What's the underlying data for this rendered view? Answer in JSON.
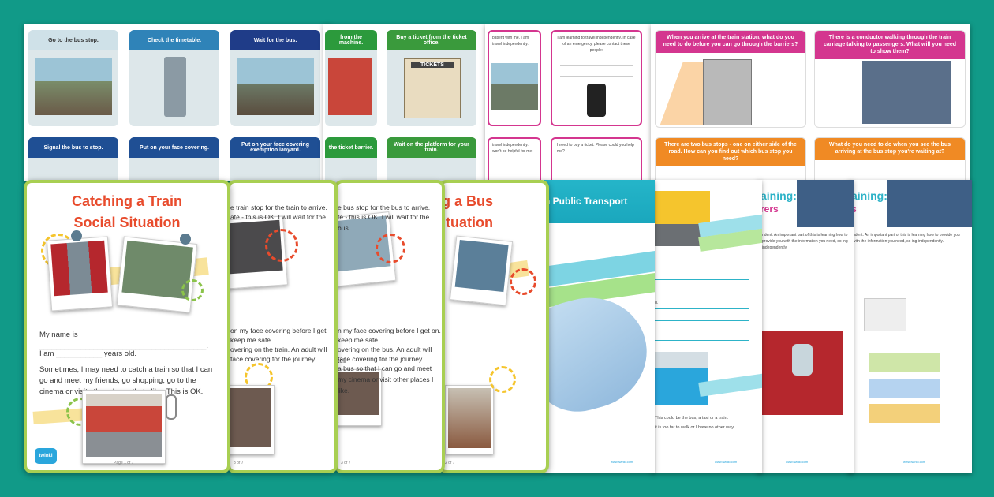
{
  "row1_cards": [
    {
      "label": "Go to the bus stop.",
      "color": "#cfe1e8",
      "text_color": "#333"
    },
    {
      "label": "Check the timetable.",
      "color": "#2f83b8",
      "text_color": "#fff"
    },
    {
      "label": "Wait for the bus.",
      "color": "#1f3c88",
      "text_color": "#fff"
    },
    {
      "label": "from the machine.",
      "color": "#2c9a3c",
      "text_color": "#fff"
    },
    {
      "label": "Buy a ticket from the ticket office.",
      "color": "#3a9a3c",
      "text_color": "#fff"
    }
  ],
  "row2_cards": [
    {
      "label": "Signal the bus to stop.",
      "color": "#1f4f94",
      "text_color": "#fff"
    },
    {
      "label": "Put on your face covering.",
      "color": "#1f4f94",
      "text_color": "#fff"
    },
    {
      "label": "Put on your face covering exemption lanyard.",
      "color": "#1f4f94",
      "text_color": "#fff"
    },
    {
      "label": "the ticket barrier.",
      "color": "#2c9a3c",
      "text_color": "#fff"
    },
    {
      "label": "Wait on the platform for your train.",
      "color": "#3a9a3c",
      "text_color": "#fff"
    }
  ],
  "pink_cards": {
    "top_left": "patient with me. I am travel independently.",
    "top_right": "I am learning to travel independently. In case of an emergency, please contact these people:",
    "bottom_left": "travel independently. won't be helpful for me:",
    "bottom_right": "I need to buy a ticket. Please could you help me?",
    "tickets_sign": "TICKETS"
  },
  "questions": {
    "q1": "When you arrive at the train station, what do you need to do before you can go through the barriers?",
    "q2": "There is a conductor walking through the train carriage talking to passengers. What will you need to show them?",
    "q3": "There are two bus stops - one on either side of the road. How can you find out which bus stop you need?",
    "q4": "What do you need to do when you see the bus arriving at the bus stop you're waiting at?"
  },
  "story1": {
    "title_line1": "Catching a Train",
    "title_line2": "Social Situation",
    "name_line": "My name is ________________________________________.",
    "age_line": "I am ___________ years old.",
    "para": "Sometimes, I may need to catch a train so that I can go and meet my friends, go shopping, go to the cinema or visit other places that I like. This is OK.",
    "page": "Page 1 of 7",
    "logo": "twinkl"
  },
  "story2": {
    "line1": "e train stop for the train to arrive.",
    "line2": "ate - this is OK. I will wait for the",
    "line3": "on my face covering before I get",
    "line4": "keep me safe.",
    "line5": "overing on the train. An adult will",
    "line6": "face covering for the journey.",
    "page": "3 of 7"
  },
  "story3": {
    "line1": "e bus stop for the bus to arrive.",
    "line2": "te - this is OK. I will wait for the bus",
    "line3": "n my face covering before I get on.",
    "line4": "keep me safe.",
    "line5": "overing on the bus. An adult will tell",
    "line6": "face covering for the journey.",
    "para": "a bus so that I can go and meet my cinema or visit other places I like.",
    "page": "3 of 7"
  },
  "story4": {
    "title_line1": "g a Bus",
    "title_line2": "ituation",
    "page": "2 of 7"
  },
  "transport_sheet": {
    "title": "n Public Transport"
  },
  "info_sheet": {
    "line1": "d.",
    "line2": "This could be the bus, a taxi or a train.",
    "line3": "it is too far to walk or I have no other way"
  },
  "training1": {
    "title": "aining:",
    "subtitle": "rers"
  },
  "training2": {
    "title": "aining:",
    "subtitle": "s"
  },
  "training_text": "ndent. An important part of this is learning how to provide you with the information you need, so ing independently.",
  "footer_url": "www.twinkl.com",
  "colors": {
    "background": "#119a88",
    "story_border": "#a8cf52",
    "title_red": "#e84b2c",
    "pink": "#d4368f",
    "orange": "#f08a24"
  }
}
